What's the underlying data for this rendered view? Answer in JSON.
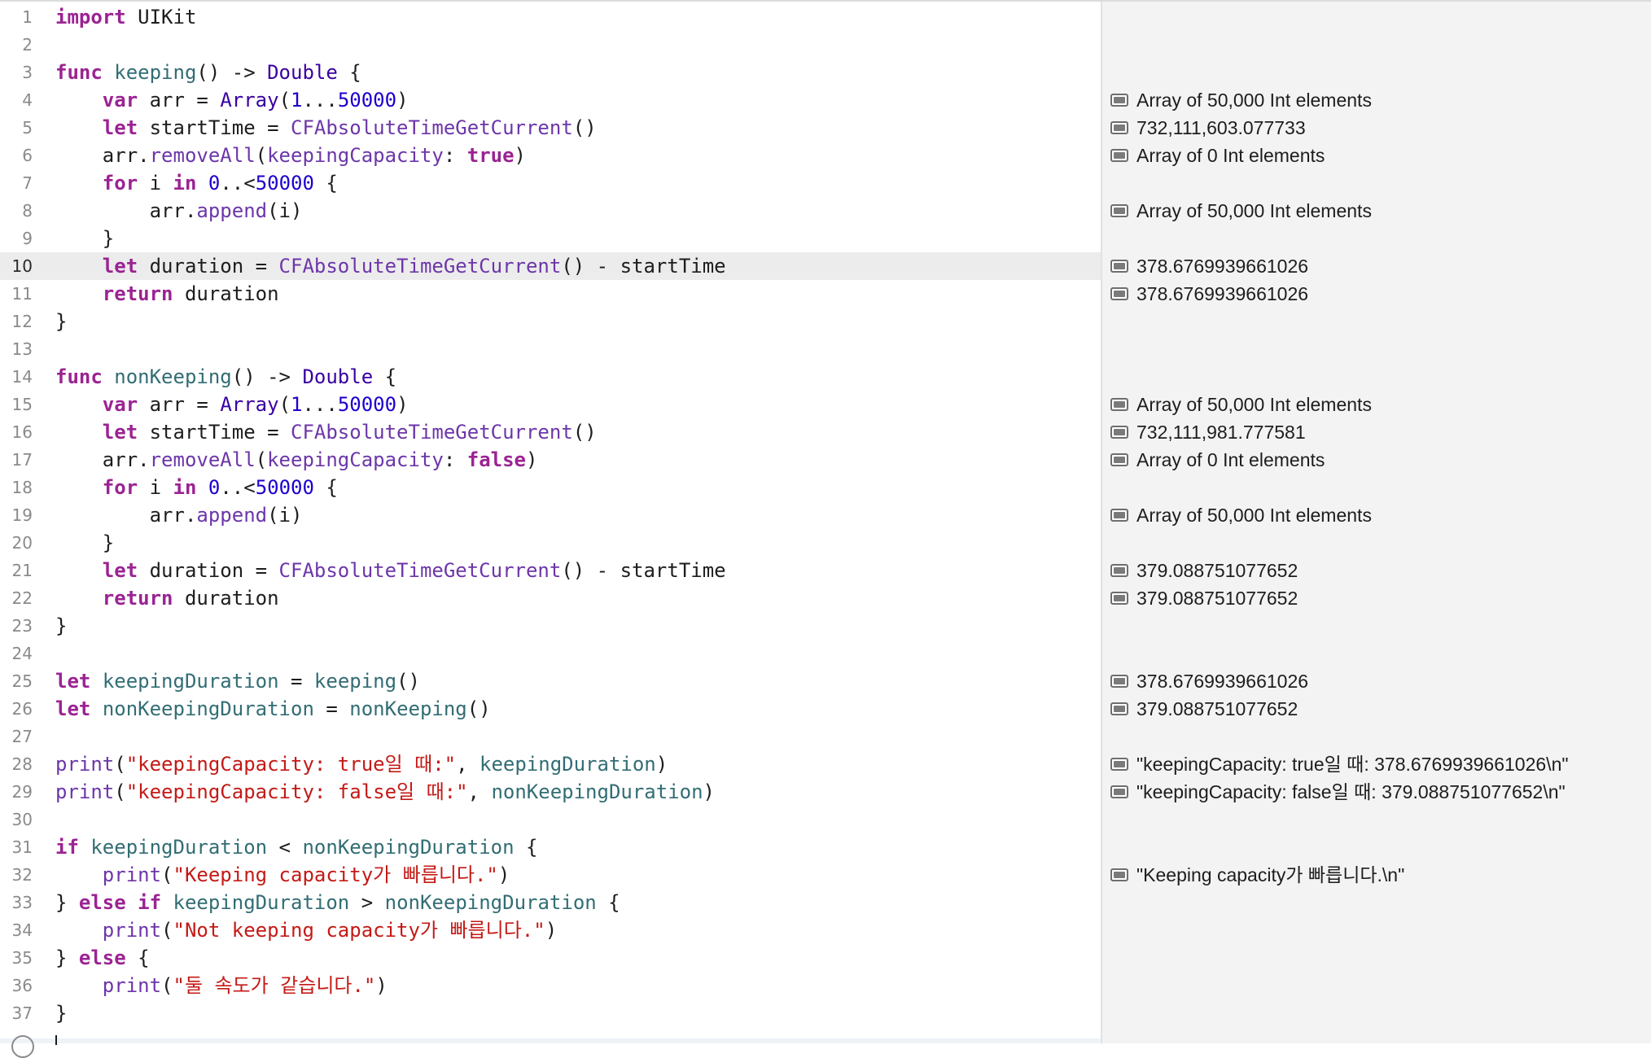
{
  "editor": {
    "current_line": 10,
    "lines": [
      {
        "num": "1",
        "tokens": [
          {
            "t": "import",
            "c": "kw"
          },
          {
            "t": " UIKit",
            "c": ""
          }
        ]
      },
      {
        "num": "2",
        "tokens": []
      },
      {
        "num": "3",
        "tokens": [
          {
            "t": "func",
            "c": "kw"
          },
          {
            "t": " ",
            "c": ""
          },
          {
            "t": "keeping",
            "c": "fn"
          },
          {
            "t": "() -> ",
            "c": ""
          },
          {
            "t": "Double",
            "c": "ty"
          },
          {
            "t": " {",
            "c": ""
          }
        ]
      },
      {
        "num": "4",
        "tokens": [
          {
            "t": "    ",
            "c": ""
          },
          {
            "t": "var",
            "c": "kw"
          },
          {
            "t": " arr = ",
            "c": ""
          },
          {
            "t": "Array",
            "c": "ty"
          },
          {
            "t": "(",
            "c": ""
          },
          {
            "t": "1",
            "c": "num"
          },
          {
            "t": "...",
            "c": ""
          },
          {
            "t": "50000",
            "c": "num"
          },
          {
            "t": ")",
            "c": ""
          }
        ]
      },
      {
        "num": "5",
        "tokens": [
          {
            "t": "    ",
            "c": ""
          },
          {
            "t": "let",
            "c": "kw"
          },
          {
            "t": " startTime = ",
            "c": ""
          },
          {
            "t": "CFAbsoluteTimeGetCurrent",
            "c": "sys"
          },
          {
            "t": "()",
            "c": ""
          }
        ]
      },
      {
        "num": "6",
        "tokens": [
          {
            "t": "    arr.",
            "c": ""
          },
          {
            "t": "removeAll",
            "c": "sys"
          },
          {
            "t": "(",
            "c": ""
          },
          {
            "t": "keepingCapacity",
            "c": "sys"
          },
          {
            "t": ": ",
            "c": ""
          },
          {
            "t": "true",
            "c": "kw"
          },
          {
            "t": ")",
            "c": ""
          }
        ]
      },
      {
        "num": "7",
        "tokens": [
          {
            "t": "    ",
            "c": ""
          },
          {
            "t": "for",
            "c": "kw"
          },
          {
            "t": " i ",
            "c": ""
          },
          {
            "t": "in",
            "c": "kw"
          },
          {
            "t": " ",
            "c": ""
          },
          {
            "t": "0",
            "c": "num"
          },
          {
            "t": "..<",
            "c": ""
          },
          {
            "t": "50000",
            "c": "num"
          },
          {
            "t": " {",
            "c": ""
          }
        ]
      },
      {
        "num": "8",
        "tokens": [
          {
            "t": "        arr.",
            "c": ""
          },
          {
            "t": "append",
            "c": "sys"
          },
          {
            "t": "(i)",
            "c": ""
          }
        ]
      },
      {
        "num": "9",
        "tokens": [
          {
            "t": "    }",
            "c": ""
          }
        ]
      },
      {
        "num": "10",
        "tokens": [
          {
            "t": "    ",
            "c": ""
          },
          {
            "t": "let",
            "c": "kw"
          },
          {
            "t": " duration = ",
            "c": ""
          },
          {
            "t": "CFAbsoluteTimeGetCurrent",
            "c": "sys"
          },
          {
            "t": "() - startTime",
            "c": ""
          }
        ]
      },
      {
        "num": "11",
        "tokens": [
          {
            "t": "    ",
            "c": ""
          },
          {
            "t": "return",
            "c": "kw"
          },
          {
            "t": " duration",
            "c": ""
          }
        ]
      },
      {
        "num": "12",
        "tokens": [
          {
            "t": "}",
            "c": ""
          }
        ]
      },
      {
        "num": "13",
        "tokens": []
      },
      {
        "num": "14",
        "tokens": [
          {
            "t": "func",
            "c": "kw"
          },
          {
            "t": " ",
            "c": ""
          },
          {
            "t": "nonKeeping",
            "c": "fn"
          },
          {
            "t": "() -> ",
            "c": ""
          },
          {
            "t": "Double",
            "c": "ty"
          },
          {
            "t": " {",
            "c": ""
          }
        ]
      },
      {
        "num": "15",
        "tokens": [
          {
            "t": "    ",
            "c": ""
          },
          {
            "t": "var",
            "c": "kw"
          },
          {
            "t": " arr = ",
            "c": ""
          },
          {
            "t": "Array",
            "c": "ty"
          },
          {
            "t": "(",
            "c": ""
          },
          {
            "t": "1",
            "c": "num"
          },
          {
            "t": "...",
            "c": ""
          },
          {
            "t": "50000",
            "c": "num"
          },
          {
            "t": ")",
            "c": ""
          }
        ]
      },
      {
        "num": "16",
        "tokens": [
          {
            "t": "    ",
            "c": ""
          },
          {
            "t": "let",
            "c": "kw"
          },
          {
            "t": " startTime = ",
            "c": ""
          },
          {
            "t": "CFAbsoluteTimeGetCurrent",
            "c": "sys"
          },
          {
            "t": "()",
            "c": ""
          }
        ]
      },
      {
        "num": "17",
        "tokens": [
          {
            "t": "    arr.",
            "c": ""
          },
          {
            "t": "removeAll",
            "c": "sys"
          },
          {
            "t": "(",
            "c": ""
          },
          {
            "t": "keepingCapacity",
            "c": "sys"
          },
          {
            "t": ": ",
            "c": ""
          },
          {
            "t": "false",
            "c": "kw"
          },
          {
            "t": ")",
            "c": ""
          }
        ]
      },
      {
        "num": "18",
        "tokens": [
          {
            "t": "    ",
            "c": ""
          },
          {
            "t": "for",
            "c": "kw"
          },
          {
            "t": " i ",
            "c": ""
          },
          {
            "t": "in",
            "c": "kw"
          },
          {
            "t": " ",
            "c": ""
          },
          {
            "t": "0",
            "c": "num"
          },
          {
            "t": "..<",
            "c": ""
          },
          {
            "t": "50000",
            "c": "num"
          },
          {
            "t": " {",
            "c": ""
          }
        ]
      },
      {
        "num": "19",
        "tokens": [
          {
            "t": "        arr.",
            "c": ""
          },
          {
            "t": "append",
            "c": "sys"
          },
          {
            "t": "(i)",
            "c": ""
          }
        ]
      },
      {
        "num": "20",
        "tokens": [
          {
            "t": "    }",
            "c": ""
          }
        ]
      },
      {
        "num": "21",
        "tokens": [
          {
            "t": "    ",
            "c": ""
          },
          {
            "t": "let",
            "c": "kw"
          },
          {
            "t": " duration = ",
            "c": ""
          },
          {
            "t": "CFAbsoluteTimeGetCurrent",
            "c": "sys"
          },
          {
            "t": "() - startTime",
            "c": ""
          }
        ]
      },
      {
        "num": "22",
        "tokens": [
          {
            "t": "    ",
            "c": ""
          },
          {
            "t": "return",
            "c": "kw"
          },
          {
            "t": " duration",
            "c": ""
          }
        ]
      },
      {
        "num": "23",
        "tokens": [
          {
            "t": "}",
            "c": ""
          }
        ]
      },
      {
        "num": "24",
        "tokens": []
      },
      {
        "num": "25",
        "tokens": [
          {
            "t": "let",
            "c": "kw"
          },
          {
            "t": " ",
            "c": ""
          },
          {
            "t": "keepingDuration",
            "c": "fn"
          },
          {
            "t": " = ",
            "c": ""
          },
          {
            "t": "keeping",
            "c": "fn"
          },
          {
            "t": "()",
            "c": ""
          }
        ]
      },
      {
        "num": "26",
        "tokens": [
          {
            "t": "let",
            "c": "kw"
          },
          {
            "t": " ",
            "c": ""
          },
          {
            "t": "nonKeepingDuration",
            "c": "fn"
          },
          {
            "t": " = ",
            "c": ""
          },
          {
            "t": "nonKeeping",
            "c": "fn"
          },
          {
            "t": "()",
            "c": ""
          }
        ]
      },
      {
        "num": "27",
        "tokens": []
      },
      {
        "num": "28",
        "tokens": [
          {
            "t": "print",
            "c": "sys"
          },
          {
            "t": "(",
            "c": ""
          },
          {
            "t": "\"keepingCapacity: true일 때:\"",
            "c": "str"
          },
          {
            "t": ", ",
            "c": ""
          },
          {
            "t": "keepingDuration",
            "c": "fn"
          },
          {
            "t": ")",
            "c": ""
          }
        ]
      },
      {
        "num": "29",
        "tokens": [
          {
            "t": "print",
            "c": "sys"
          },
          {
            "t": "(",
            "c": ""
          },
          {
            "t": "\"keepingCapacity: false일 때:\"",
            "c": "str"
          },
          {
            "t": ", ",
            "c": ""
          },
          {
            "t": "nonKeepingDuration",
            "c": "fn"
          },
          {
            "t": ")",
            "c": ""
          }
        ]
      },
      {
        "num": "30",
        "tokens": []
      },
      {
        "num": "31",
        "tokens": [
          {
            "t": "if",
            "c": "kw"
          },
          {
            "t": " ",
            "c": ""
          },
          {
            "t": "keepingDuration",
            "c": "fn"
          },
          {
            "t": " < ",
            "c": ""
          },
          {
            "t": "nonKeepingDuration",
            "c": "fn"
          },
          {
            "t": " {",
            "c": ""
          }
        ]
      },
      {
        "num": "32",
        "tokens": [
          {
            "t": "    ",
            "c": ""
          },
          {
            "t": "print",
            "c": "sys"
          },
          {
            "t": "(",
            "c": ""
          },
          {
            "t": "\"Keeping capacity가 빠릅니다.\"",
            "c": "str"
          },
          {
            "t": ")",
            "c": ""
          }
        ]
      },
      {
        "num": "33",
        "tokens": [
          {
            "t": "} ",
            "c": ""
          },
          {
            "t": "else",
            "c": "kw"
          },
          {
            "t": " ",
            "c": ""
          },
          {
            "t": "if",
            "c": "kw"
          },
          {
            "t": " ",
            "c": ""
          },
          {
            "t": "keepingDuration",
            "c": "fn"
          },
          {
            "t": " > ",
            "c": ""
          },
          {
            "t": "nonKeepingDuration",
            "c": "fn"
          },
          {
            "t": " {",
            "c": ""
          }
        ]
      },
      {
        "num": "34",
        "tokens": [
          {
            "t": "    ",
            "c": ""
          },
          {
            "t": "print",
            "c": "sys"
          },
          {
            "t": "(",
            "c": ""
          },
          {
            "t": "\"Not keeping capacity가 빠릅니다.\"",
            "c": "str"
          },
          {
            "t": ")",
            "c": ""
          }
        ]
      },
      {
        "num": "35",
        "tokens": [
          {
            "t": "} ",
            "c": ""
          },
          {
            "t": "else",
            "c": "kw"
          },
          {
            "t": " {",
            "c": ""
          }
        ]
      },
      {
        "num": "36",
        "tokens": [
          {
            "t": "    ",
            "c": ""
          },
          {
            "t": "print",
            "c": "sys"
          },
          {
            "t": "(",
            "c": ""
          },
          {
            "t": "\"둘 속도가 같습니다.\"",
            "c": "str"
          },
          {
            "t": ")",
            "c": ""
          }
        ]
      },
      {
        "num": "37",
        "tokens": [
          {
            "t": "}",
            "c": ""
          }
        ]
      }
    ]
  },
  "results": [
    {
      "line": 4,
      "text": "Array of 50,000 Int elements"
    },
    {
      "line": 5,
      "text": "732,111,603.077733"
    },
    {
      "line": 6,
      "text": "Array of 0 Int elements"
    },
    {
      "line": 8,
      "text": "Array of 50,000 Int elements"
    },
    {
      "line": 10,
      "text": "378.6769939661026"
    },
    {
      "line": 11,
      "text": "378.6769939661026"
    },
    {
      "line": 15,
      "text": "Array of 50,000 Int elements"
    },
    {
      "line": 16,
      "text": "732,111,981.777581"
    },
    {
      "line": 17,
      "text": "Array of 0 Int elements"
    },
    {
      "line": 19,
      "text": "Array of 50,000 Int elements"
    },
    {
      "line": 21,
      "text": "379.088751077652"
    },
    {
      "line": 22,
      "text": "379.088751077652"
    },
    {
      "line": 25,
      "text": "378.6769939661026"
    },
    {
      "line": 26,
      "text": "379.088751077652"
    },
    {
      "line": 28,
      "text": "\"keepingCapacity: true일 때: 378.6769939661026\\n\""
    },
    {
      "line": 29,
      "text": "\"keepingCapacity: false일 때: 379.088751077652\\n\""
    },
    {
      "line": 32,
      "text": "\"Keeping capacity가 빠릅니다.\\n\""
    }
  ]
}
